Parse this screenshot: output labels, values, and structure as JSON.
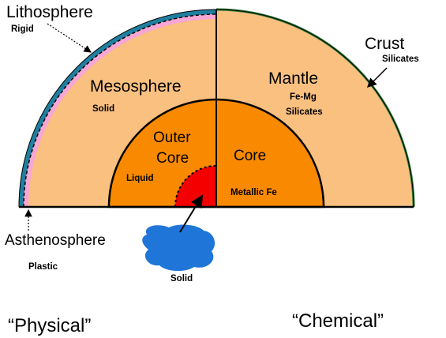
{
  "labels": {
    "lithosphere": "Lithosphere",
    "lithosphere_note": "Rigid",
    "crust": "Crust",
    "crust_note": "Silicates",
    "mesosphere": "Mesosphere",
    "mesosphere_note": "Solid",
    "mantle": "Mantle",
    "mantle_note_1": "Fe-Mg",
    "mantle_note_2": "Silicates",
    "outer_core_1": "Outer",
    "outer_core_2": "Core",
    "outer_core_note": "Liquid",
    "core": "Core",
    "core_note": "Metallic Fe",
    "asthenosphere": "Asthenosphere",
    "asthenosphere_note": "Plastic",
    "inner_core_note": "Solid"
  },
  "captions": {
    "left": "“Physical”",
    "right": "“Chemical”"
  },
  "colors": {
    "mantle": "#f9c080",
    "core": "#f98a00",
    "inner_core": "#f40000",
    "lithosphere": "#1f7fa0",
    "asthenosphere": "#f8a6d4",
    "crust": "#2a7a30",
    "solid_blob": "#1f76d8"
  }
}
